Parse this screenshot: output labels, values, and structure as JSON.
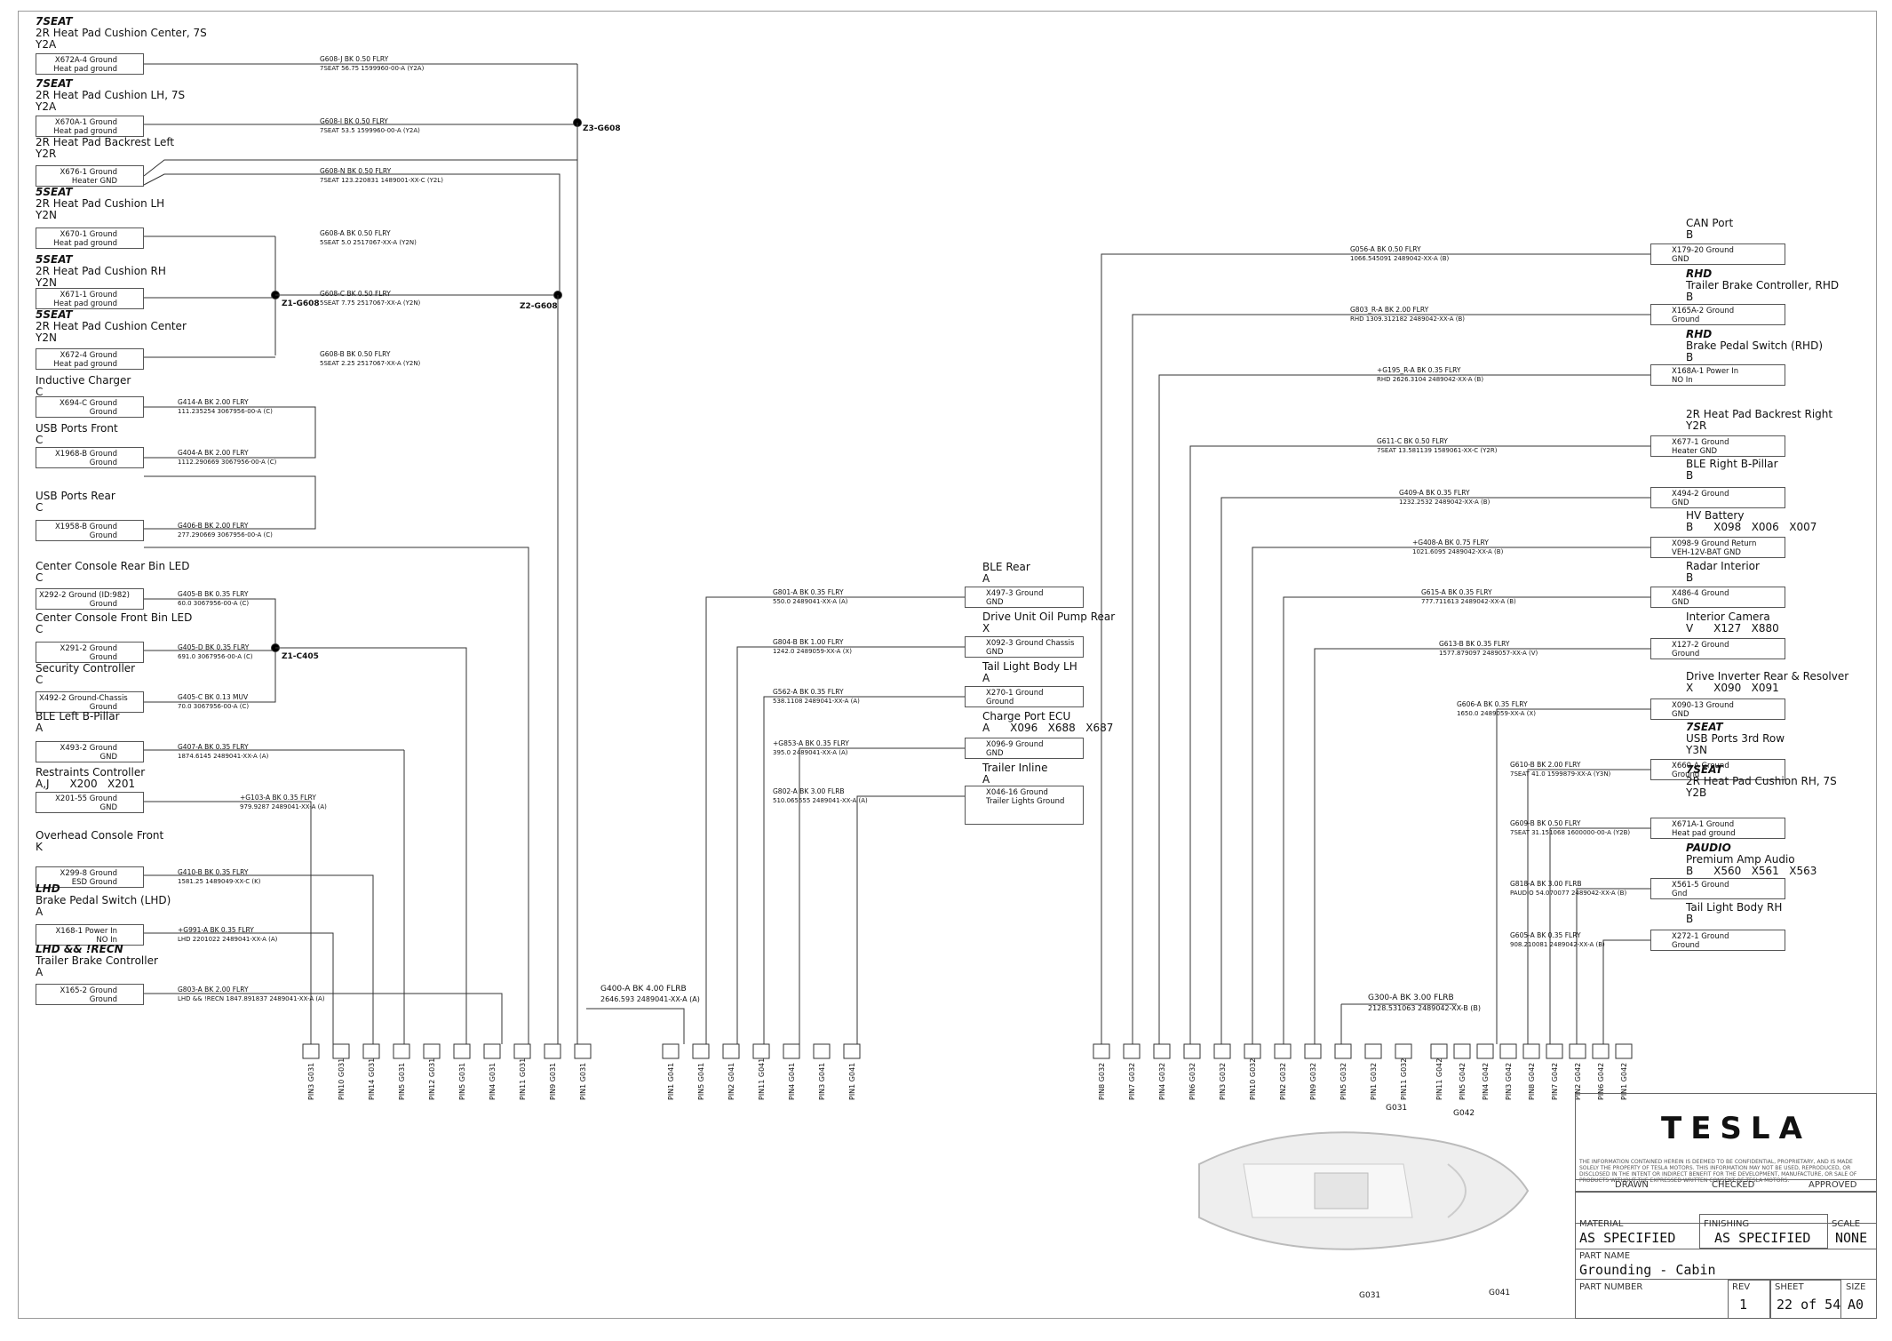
{
  "title_block": {
    "logo": "TESLA",
    "disclaimer": "THE INFORMATION CONTAINED HEREIN IS DEEMED TO BE CONFIDENTIAL, PROPRIETARY, AND IS MADE SOLELY THE PROPERTY OF TESLA MOTORS. THIS INFORMATION MAY NOT BE USED, REPRODUCED, OR DISCLOSED IN THE INTENT OR INDIRECT BENEFIT FOR THE DEVELOPMENT, MANUFACTURE, OR SALE OF PRODUCTS WITHOUT THE EXPRESSED WRITTEN CONSENT OF TESLA MOTORS.",
    "drawn": "DRAWN",
    "checked": "CHECKED",
    "approved": "APPROVED",
    "material_label": "MATERIAL",
    "material": "AS SPECIFIED",
    "finishing_label": "FINISHING",
    "finishing": "AS SPECIFIED",
    "scale_label": "SCALE",
    "scale": "NONE",
    "part_name_label": "PART NAME",
    "part_name": "Grounding - Cabin",
    "part_number_label": "PART NUMBER",
    "rev_label": "REV",
    "rev": "1",
    "sheet_label": "SHEET",
    "sheet": "22 of 54",
    "size_label": "SIZE",
    "size": "A0"
  },
  "splices": {
    "z3": "Z3-G608",
    "z1": "Z1-G608",
    "z2": "Z2-G608",
    "z1c405": "Z1-C405"
  },
  "car_labels": [
    "G031",
    "G042",
    "G031",
    "G041"
  ],
  "left_components": [
    {
      "variant": "7SEAT",
      "name": "2R Heat Pad Cushion Center, 7S",
      "opt": "Y2A",
      "pin": "X672A-4 Ground",
      "desc": "Heat pad ground",
      "wire": "G608-J   BK   0.50   FLRY",
      "spec": "7SEAT   56.75   1599960-00-A (Y2A)"
    },
    {
      "variant": "7SEAT",
      "name": "2R Heat Pad Cushion LH, 7S",
      "opt": "Y2A",
      "pin": "X670A-1 Ground",
      "desc": "Heat pad ground",
      "wire": "G608-I   BK   0.50   FLRY",
      "spec": "7SEAT   53.5   1599960-00-A (Y2A)"
    },
    {
      "variant": "",
      "name": "2R Heat Pad Backrest Left",
      "opt": "Y2R",
      "pin": "X676-1 Ground",
      "desc": "Heater GND",
      "wire": "G608-N   BK   0.50   FLRY",
      "spec": "7SEAT   123.220831   1489001-XX-C (Y2L)"
    },
    {
      "variant": "5SEAT",
      "name": "2R Heat Pad Cushion LH",
      "opt": "Y2N",
      "pin": "X670-1 Ground",
      "desc": "Heat pad ground",
      "wire": "G608-A   BK   0.50   FLRY",
      "spec": "5SEAT   5.0   2517067-XX-A (Y2N)"
    },
    {
      "variant": "5SEAT",
      "name": "2R Heat Pad Cushion RH",
      "opt": "Y2N",
      "pin": "X671-1 Ground",
      "desc": "Heat pad ground",
      "wire": "G608-C   BK   0.50   FLRY",
      "spec": "5SEAT   7.75   2517067-XX-A (Y2N)"
    },
    {
      "variant": "5SEAT",
      "name": "2R Heat Pad Cushion Center",
      "opt": "Y2N",
      "pin": "X672-4 Ground",
      "desc": "Heat pad ground",
      "wire": "G608-B   BK   0.50   FLRY",
      "spec": "5SEAT   2.25   2517067-XX-A (Y2N)"
    },
    {
      "variant": "",
      "name": "Inductive Charger",
      "opt": "C",
      "pin": "X694-C Ground",
      "desc": "Ground",
      "wire": "G414-A   BK   2.00   FLRY",
      "spec": "111.235254   3067956-00-A (C)"
    },
    {
      "variant": "",
      "name": "USB Ports Front",
      "opt": "C",
      "pin": "X1968-B Ground",
      "desc": "Ground",
      "wire": "G404-A   BK   2.00   FLRY",
      "spec": "1112.290669   3067956-00-A (C)"
    },
    {
      "variant": "",
      "name": "USB Ports Rear",
      "opt": "C",
      "pin": "X1958-B Ground",
      "desc": "Ground",
      "wire": "G406-B   BK   2.00   FLRY",
      "spec": "277.290669   3067956-00-A (C)"
    },
    {
      "variant": "",
      "name": "Center Console Rear Bin LED",
      "opt": "C",
      "pin": "X292-2 Ground (ID:982)",
      "desc": "Ground",
      "wire": "G405-B   BK   0.35   FLRY",
      "spec": "60.0   3067956-00-A (C)"
    },
    {
      "variant": "",
      "name": "Center Console Front Bin LED",
      "opt": "C",
      "pin": "X291-2 Ground",
      "desc": "Ground",
      "wire": "G405-D   BK   0.35   FLRY",
      "spec": "691.0   3067956-00-A (C)"
    },
    {
      "variant": "",
      "name": "Security Controller",
      "opt": "C",
      "pin": "X492-2 Ground-Chassis",
      "desc": "Ground",
      "wire": "G405-C   BK   0.13   MUV",
      "spec": "70.0   3067956-00-A (C)"
    },
    {
      "variant": "",
      "name": "BLE Left B-Pillar",
      "opt": "A",
      "pin": "X493-2 Ground",
      "desc": "GND",
      "wire": "G407-A   BK   0.35   FLRY",
      "spec": "1874.6145   2489041-XX-A (A)"
    },
    {
      "variant": "",
      "name": "Restraints Controller",
      "opt": "A,J      X200   X201",
      "pin": "X201-55 Ground",
      "desc": "GND",
      "wire": "+G103-A   BK   0.35   FLRY",
      "spec": "979.9287   2489041-XX-A (A)"
    },
    {
      "variant": "",
      "name": "Overhead Console Front",
      "opt": "K",
      "pin": "X299-8 Ground",
      "desc": "ESD Ground",
      "wire": "G410-B   BK   0.35   FLRY",
      "spec": "1581.25   1489049-XX-C (K)"
    },
    {
      "variant": "LHD",
      "name": "Brake Pedal Switch (LHD)",
      "opt": "A",
      "pin": "X168-1 Power In",
      "desc": "NO In",
      "wire": "+G991-A   BK   0.35   FLRY",
      "spec": "LHD   2201022   2489041-XX-A (A)"
    },
    {
      "variant": "LHD && !RECN",
      "name": "Trailer Brake Controller",
      "opt": "A",
      "pin": "X165-2 Ground",
      "desc": "Ground",
      "wire": "G803-A   BK   2.00   FLRY",
      "spec": "LHD && !RECN   1847.891837   2489041-XX-A (A)"
    }
  ],
  "middle_components": [
    {
      "name": "BLE Rear",
      "opt": "A",
      "pin": "X497-3 Ground",
      "desc": "GND",
      "wire": "G801-A   BK   0.35   FLRY",
      "spec": "550.0   2489041-XX-A (A)"
    },
    {
      "name": "Drive Unit Oil Pump Rear",
      "opt": "X",
      "pin": "X092-3 Ground Chassis",
      "desc": "GND",
      "wire": "G804-B   BK   1.00   FLRY",
      "spec": "1242.0   2489059-XX-A (X)"
    },
    {
      "name": "Tail Light Body LH",
      "opt": "A",
      "pin": "X270-1 Ground",
      "desc": "Ground",
      "wire": "G562-A   BK   0.35   FLRY",
      "spec": "538.1108   2489041-XX-A (A)"
    },
    {
      "name": "Charge Port ECU",
      "opt": "A      X096   X688   X687",
      "pin": "X096-9 Ground",
      "desc": "GND",
      "wire": "+G853-A   BK   0.35   FLRY",
      "spec": "395.0   2489041-XX-A (A)"
    },
    {
      "name": "Trailer Inline",
      "opt": "A",
      "pin": "X046-16 Ground",
      "desc": "Trailer Lights Ground",
      "wire": "G802-A   BK   3.00   FLRB",
      "spec": "510.065555   2489041-XX-A (A)"
    }
  ],
  "right_components": [
    {
      "variant": "",
      "name": "CAN Port",
      "opt": "B",
      "pin": "X179-20 Ground",
      "desc": "GND",
      "wire": "G056-A   BK   0.50   FLRY",
      "spec": "1066.545091   2489042-XX-A (B)"
    },
    {
      "variant": "RHD",
      "name": "Trailer Brake Controller, RHD",
      "opt": "B",
      "pin": "X165A-2 Ground",
      "desc": "Ground",
      "wire": "G803_R-A   BK   2.00   FLRY",
      "spec": "RHD   1309.312182   2489042-XX-A (B)"
    },
    {
      "variant": "RHD",
      "name": "Brake Pedal Switch (RHD)",
      "opt": "B",
      "pin": "X168A-1 Power In",
      "desc": "NO In",
      "wire": "+G195_R-A   BK   0.35   FLRY",
      "spec": "RHD   2626.3104   2489042-XX-A (B)"
    },
    {
      "variant": "",
      "name": "2R Heat Pad Backrest Right",
      "opt": "Y2R",
      "pin": "X677-1 Ground",
      "desc": "Heater GND",
      "wire": "G611-C   BK   0.50   FLRY",
      "spec": "7SEAT   13.581139   1589061-XX-C (Y2R)"
    },
    {
      "variant": "",
      "name": "BLE Right B-Pillar",
      "opt": "B",
      "pin": "X494-2 Ground",
      "desc": "GND",
      "wire": "G409-A   BK   0.35   FLRY",
      "spec": "1232.2532   2489042-XX-A (B)"
    },
    {
      "variant": "",
      "name": "HV Battery",
      "opt": "B      X098   X006   X007",
      "pin": "X098-9 Ground Return",
      "desc": "VEH-12V-BAT GND",
      "wire": "+G408-A   BK   0.75   FLRY",
      "spec": "1021.6095   2489042-XX-A (B)"
    },
    {
      "variant": "",
      "name": "Radar Interior",
      "opt": "B",
      "pin": "X486-4 Ground",
      "desc": "GND",
      "wire": "G615-A   BK   0.35   FLRY",
      "spec": "777.711613   2489042-XX-A (B)"
    },
    {
      "variant": "",
      "name": "Interior Camera",
      "opt": "V      X127   X880",
      "pin": "X127-2 Ground",
      "desc": "Ground",
      "wire": "G613-B   BK   0.35   FLRY",
      "spec": "1577.879097   2489057-XX-A (V)"
    },
    {
      "variant": "",
      "name": "Drive Inverter Rear & Resolver",
      "opt": "X      X090   X091",
      "pin": "X090-13 Ground",
      "desc": "GND",
      "wire": "G606-A   BK   0.35   FLRY",
      "spec": "1650.0   2489059-XX-A (X)"
    },
    {
      "variant": "7SEAT",
      "name": "USB Ports 3rd Row",
      "opt": "Y3N",
      "pin": "X660-A Ground",
      "desc": "Ground",
      "wire": "G610-B   BK   2.00   FLRY",
      "spec": "7SEAT   41.0   1599879-XX-A (Y3N)"
    },
    {
      "variant": "7SEAT",
      "name": "2R Heat Pad Cushion RH, 7S",
      "opt": "Y2B",
      "pin": "X671A-1 Ground",
      "desc": "Heat pad ground",
      "wire": "G609-B   BK   0.50   FLRY",
      "spec": "7SEAT   31.151068   1600000-00-A (Y2B)"
    },
    {
      "variant": "PAUDIO",
      "name": "Premium Amp Audio",
      "opt": "B      X560   X561   X563",
      "pin": "X561-5 Ground",
      "desc": "Gnd",
      "wire": "G818-A   BK   3.00   FLRB",
      "spec": "PAUDIO   54.070077   2489042-XX-A (B)"
    },
    {
      "variant": "",
      "name": "Tail Light Body RH",
      "opt": "B",
      "pin": "X272-1 Ground",
      "desc": "Ground",
      "wire": "G605-A   BK   0.35   FLRY",
      "spec": "908.210081   2489042-XX-A (B)"
    }
  ],
  "pins_g031": [
    "PIN3 G031",
    "PIN10 G031",
    "PIN14 G031",
    "PIN5 G031",
    "PIN12 G031",
    "PIN5 G031",
    "PIN4 G031",
    "PIN11 G031",
    "PIN9 G031",
    "PIN1 G031"
  ],
  "pins_g041": [
    "PIN1 G041",
    "PIN5 G041",
    "PIN2 G041",
    "PIN11 G041",
    "PIN4 G041",
    "PIN3 G041",
    "PIN1 G041"
  ],
  "pins_g032": [
    "PIN8 G032",
    "PIN7 G032",
    "PIN4 G032",
    "PIN6 G032",
    "PIN3 G032",
    "PIN10 G032",
    "PIN2 G032",
    "PIN9 G032",
    "PIN5 G032",
    "PIN1 G032",
    "PIN11 G032"
  ],
  "pins_g042": [
    "PIN11 G042",
    "PIN5 G042",
    "PIN4 G042",
    "PIN3 G042",
    "PIN8 G042",
    "PIN7 G042",
    "PIN2 G042",
    "PIN6 G042",
    "PIN1 G042"
  ],
  "bottom_wires": {
    "g031": "G400-A   BK   4.00   FLRB",
    "g031_spec": "2646.593   2489041-XX-A (A)",
    "g032": "G300-A   BK   3.00   FLRB",
    "g032_spec": "2128.531063   2489042-XX-B (B)"
  }
}
